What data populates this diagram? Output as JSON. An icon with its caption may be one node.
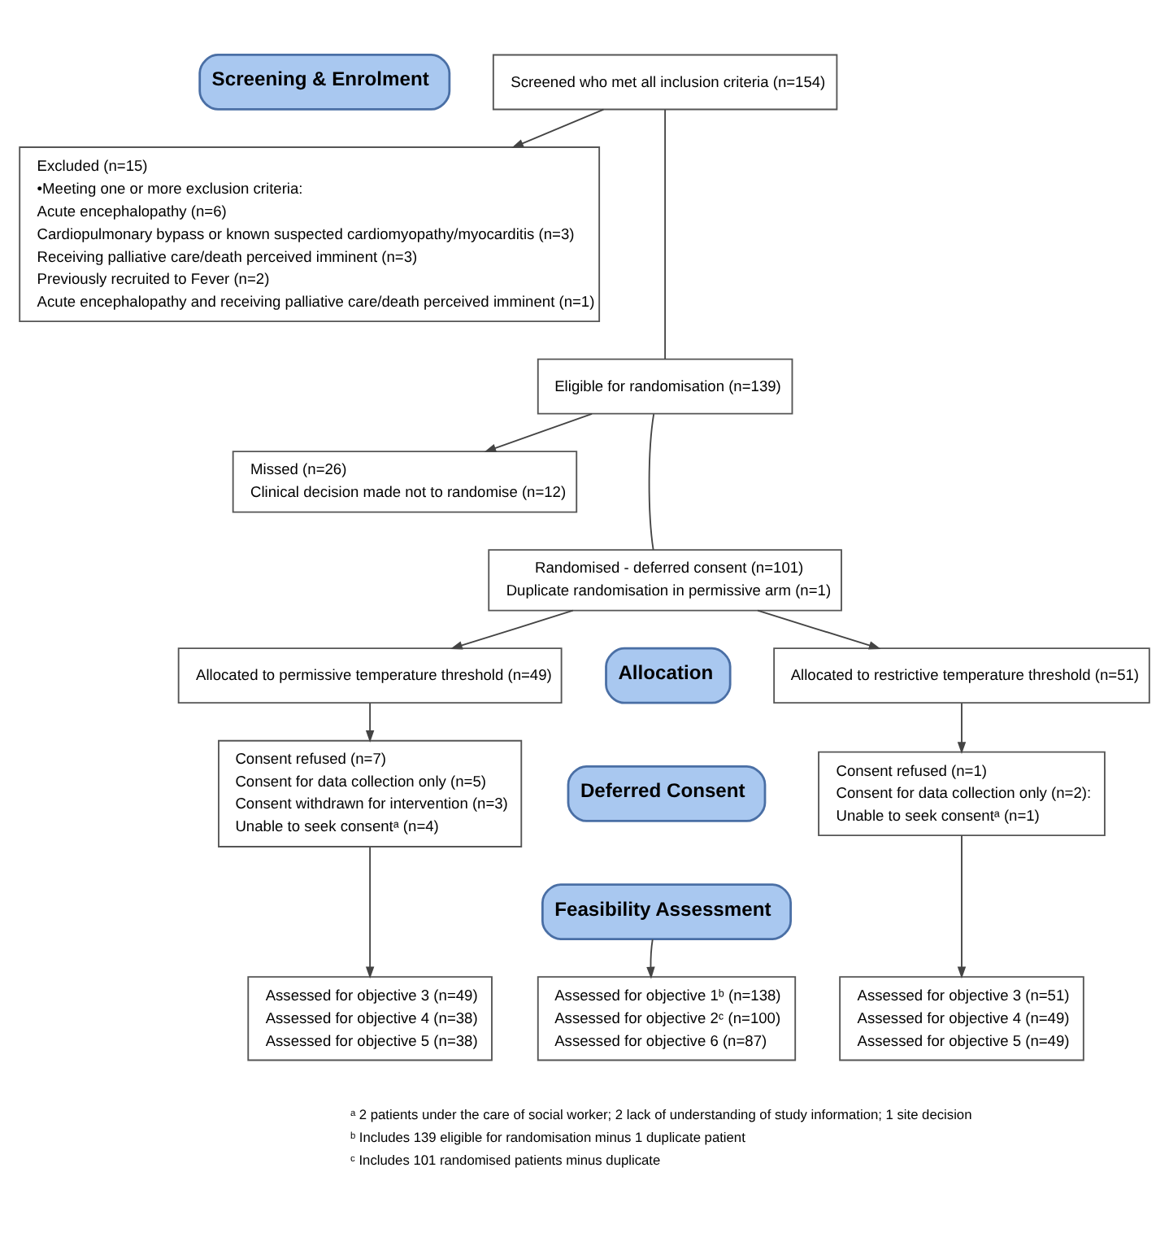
{
  "diagram": {
    "nodes": [
      {
        "text": [
          "Screening & Enrolment"
        ]
      },
      {
        "text": [
          "Screened who met all inclusion criteria (n=154)"
        ]
      },
      {
        "text": [
          "Excluded (n=15)",
          "•Meeting one or more exclusion criteria:",
          "Acute encephalopathy (n=6)",
          "Cardiopulmonary bypass or known suspected cardiomyopathy/myocarditis (n=3)",
          "Receiving palliative care/death perceived imminent (n=3)",
          "Previously recruited to Fever (n=2)",
          "Acute encephalopathy and receiving palliative care/death perceived imminent (n=1)"
        ]
      },
      {
        "text": [
          "Eligible for randomisation (n=139)"
        ]
      },
      {
        "text": [
          "Missed (n=26)",
          "Clinical decision made not to randomise (n=12)"
        ]
      },
      {
        "text": [
          "Randomised - deferred consent (n=101)",
          "Duplicate randomisation in permissive arm (n=1)"
        ]
      },
      {
        "text": [
          "Allocation"
        ]
      },
      {
        "text": [
          "Allocated to permissive temperature threshold (n=49)"
        ]
      },
      {
        "text": [
          "Allocated to restrictive temperature threshold (n=51)"
        ]
      },
      {
        "text": [
          "Deferred Consent"
        ]
      },
      {
        "text": [
          "Consent refused (n=7)",
          "Consent for data collection only (n=5)",
          "Consent withdrawn for intervention (n=3)",
          "Unable to seek consentᵃ (n=4)"
        ]
      },
      {
        "text": [
          "Consent refused (n=1)",
          "Consent for data collection only (n=2):",
          "Unable to seek consentᵃ (n=1)"
        ]
      },
      {
        "text": [
          "Feasibility Assessment"
        ]
      },
      {
        "text": [
          "Assessed for objective 1ᵇ (n=138)",
          "Assessed for objective 2ᶜ (n=100)",
          "Assessed for objective 6 (n=87)"
        ]
      },
      {
        "text": [
          "Assessed for objective 3 (n=49)",
          "Assessed for objective 4 (n=38)",
          "Assessed for objective 5 (n=38)"
        ]
      },
      {
        "text": [
          "Assessed for objective 3 (n=51)",
          "Assessed for objective 4 (n=49)",
          "Assessed for objective 5 (n=49)"
        ]
      }
    ],
    "edges": [
      {
        "from": 1,
        "to": 2,
        "arrow": "to"
      },
      {
        "from": 1,
        "to": 3,
        "arrow": "none"
      },
      {
        "from": 3,
        "to": 4,
        "arrow": "to"
      },
      {
        "from": 3,
        "to": 5,
        "arrow": "none"
      },
      {
        "from": 5,
        "to": 7,
        "arrow": "to"
      },
      {
        "from": 5,
        "to": 8,
        "arrow": "to"
      },
      {
        "from": 7,
        "to": 10,
        "arrow": "to"
      },
      {
        "from": 8,
        "to": 11,
        "arrow": "to"
      },
      {
        "from": 12,
        "to": 13,
        "arrow": "to"
      },
      {
        "from": 10,
        "to": 14,
        "arrow": "to"
      },
      {
        "from": 11,
        "to": 15,
        "arrow": "to"
      }
    ],
    "labels": [
      "ᵃ 2 patients under the care of social worker; 2 lack of understanding of study information; 1 site decision",
      "ᵇ Includes 139 eligible for randomisation minus 1 duplicate patient",
      "ᶜ Includes 101 randomised patients minus duplicate"
    ]
  }
}
